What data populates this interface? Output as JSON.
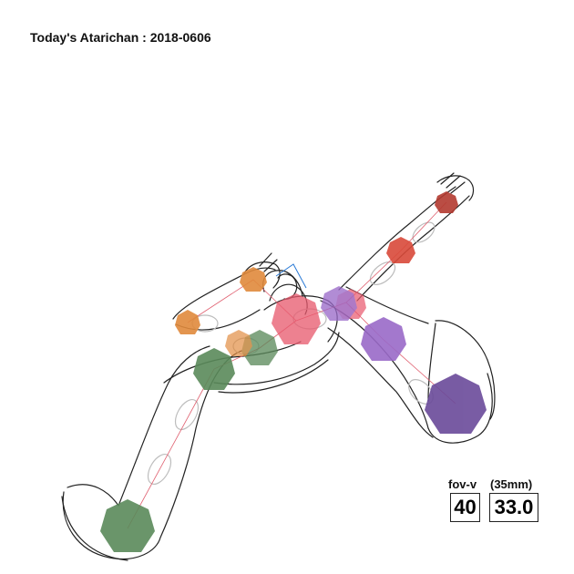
{
  "title": "Today's Atarichan : 2018-0606",
  "hud": {
    "fov_label": "fov-v",
    "fov_value": "40",
    "lens_label": "(35mm)",
    "lens_value": "33.0"
  },
  "joint_colors": {
    "green": "#5a8a5a",
    "orange": "#e08a3c",
    "pink": "#e85a6e",
    "red": "#d94a3a",
    "dark_red": "#b23a30",
    "violet": "#9a6ac8",
    "purple": "#6a4a9a"
  }
}
